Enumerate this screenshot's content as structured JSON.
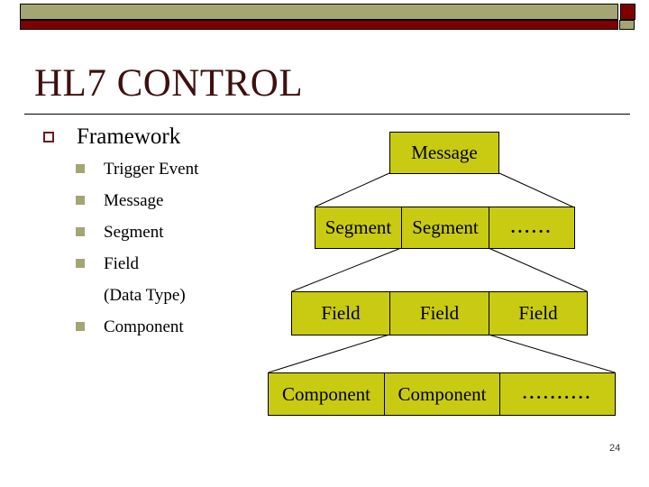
{
  "slide": {
    "title": "HL7 CONTROL",
    "page_number": "24"
  },
  "framework": {
    "heading": "Framework",
    "items": [
      {
        "label": "Trigger Event",
        "bullet": true
      },
      {
        "label": "Message",
        "bullet": true
      },
      {
        "label": "Segment",
        "bullet": true
      },
      {
        "label": "Field",
        "bullet": true
      },
      {
        "label": "(Data Type)",
        "bullet": false
      },
      {
        "label": "Component",
        "bullet": true
      }
    ]
  },
  "diagram": {
    "message_label": "Message",
    "segment_row": [
      "Segment",
      "Segment",
      "......"
    ],
    "field_row": [
      "Field",
      "Field",
      "Field"
    ],
    "component_row": [
      "Component",
      "Component",
      ".........."
    ]
  },
  "colors": {
    "box_fill": "#C9CA12",
    "accent_tan": "#A5A573",
    "accent_maroon": "#7F0000",
    "title_color": "#3F1010",
    "text_color": "#000000",
    "page_number_color": "#333333"
  }
}
